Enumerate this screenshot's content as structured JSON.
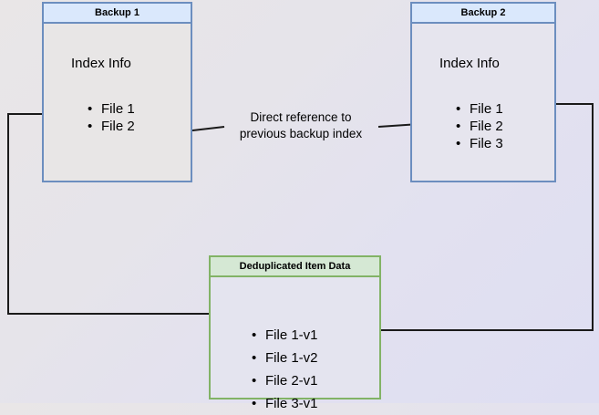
{
  "diagram": {
    "title_context": "Backup deduplication index reference diagram",
    "background": {
      "gradient_from": "#e9e6e7",
      "gradient_to": "#dedef2"
    },
    "colors": {
      "blue_border": "#6c8ebf",
      "blue_header_fill": "#dae8fc",
      "green_border": "#82b366",
      "green_header_fill": "#d5e8d4",
      "box_body_fill": "#e8e6e6",
      "connector_stroke": "#1a1a1a"
    },
    "boxes": [
      {
        "id": "backup-1",
        "header": "Backup 1",
        "section_label": "Index Info",
        "items": [
          "File 1",
          "File 2"
        ]
      },
      {
        "id": "backup-2",
        "header": "Backup 2",
        "section_label": "Index Info",
        "items": [
          "File 1",
          "File 2",
          "File 3"
        ]
      },
      {
        "id": "dedup-box",
        "header": "Deduplicated Item Data",
        "items": [
          "File 1-v1",
          "File 1-v2",
          "File 2-v1",
          "File 3-v1"
        ]
      }
    ],
    "annotations": {
      "direct_reference": "Direct reference to\nprevious backup index",
      "direct_reference_line_1": "Direct reference to",
      "direct_reference_line_2": "previous backup index"
    }
  }
}
